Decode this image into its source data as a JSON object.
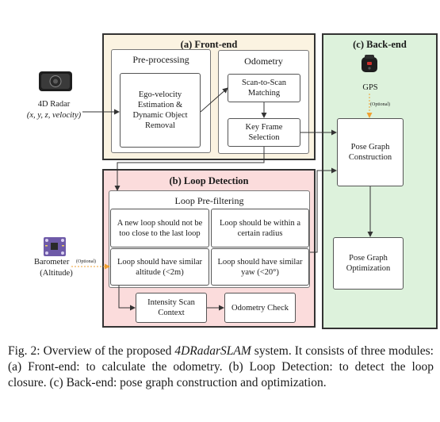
{
  "diagram": {
    "frontend": {
      "title": "(a) Front-end",
      "preprocessing": {
        "title": "Pre-processing",
        "box": "Ego-velocity Estimation & Dynamic Object Removal"
      },
      "odometry": {
        "title": "Odometry",
        "scan": "Scan-to-Scan Matching",
        "keyframe": "Key Frame Selection"
      }
    },
    "loop": {
      "title": "(b) Loop Detection",
      "prefilter_title": "Loop Pre-filtering",
      "cond1": "A new loop should not be too close to the last loop",
      "cond2": "Loop should be within a certain radius",
      "cond3": "Loop should have similar altitude (<2m)",
      "cond4": "Loop should have similar yaw (<20°)",
      "intensity": "Intensity Scan Context",
      "check": "Odometry Check"
    },
    "backend": {
      "title": "(c) Back-end",
      "gps": "GPS",
      "optional": "(Optional)",
      "construction": "Pose Graph Construction",
      "optimization": "Pose Graph Optimization"
    },
    "radar": {
      "label": "4D Radar",
      "vars": "(x, y, z, velocity)"
    },
    "barometer": {
      "label": "Barometer",
      "optional": "(Optional)",
      "sub": "(Altitude)"
    },
    "colors": {
      "frontend_bg": "#fbf3e1",
      "loop_bg": "#fbdcdc",
      "backend_bg": "#ddf2dc",
      "optional_arrow": "#f0a030"
    },
    "icons": [
      "radar-sensor-icon",
      "gps-receiver-icon",
      "barometer-board-icon"
    ]
  },
  "caption": {
    "prefix": "Fig. 2: Overview of the proposed ",
    "system": "4DRadarSLAM",
    "suffix": " system. It consists of three modules: (a) Front-end: to calculate the odometry. (b) Loop Detection: to detect the loop closure. (c) Back-end: pose graph construction and optimization."
  }
}
